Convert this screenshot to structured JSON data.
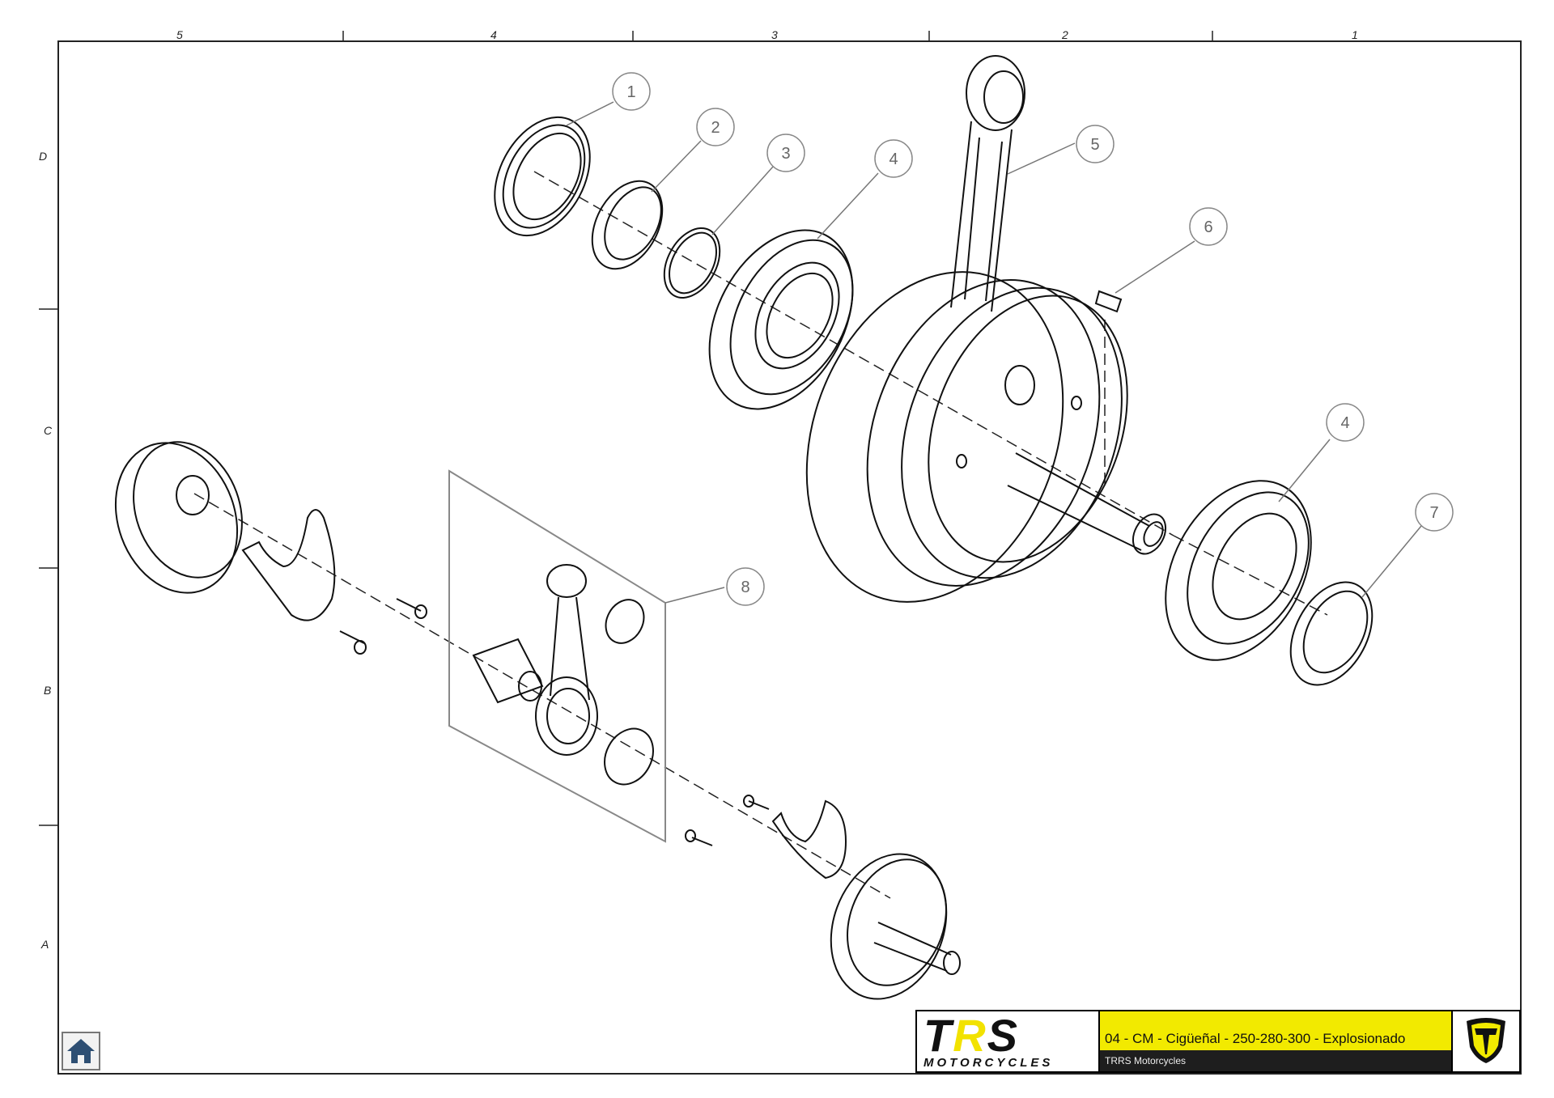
{
  "zones": {
    "columns": [
      "5",
      "4",
      "3",
      "2",
      "1"
    ],
    "rows": [
      "D",
      "C",
      "B",
      "A"
    ]
  },
  "callouts": [
    {
      "num": "1"
    },
    {
      "num": "2"
    },
    {
      "num": "3"
    },
    {
      "num": "4"
    },
    {
      "num": "5"
    },
    {
      "num": "6"
    },
    {
      "num": "4"
    },
    {
      "num": "7"
    },
    {
      "num": "8"
    }
  ],
  "title_block": {
    "logo_word_left": "T",
    "logo_word_r": "R",
    "logo_word_right": "S",
    "logo_sub": "MOTORCYCLES",
    "title": "04 - CM - Cigüeñal - 250-280-300 - Explosionado",
    "subtitle": "TRRS Motorcycles",
    "accent_color": "#f2ea00"
  },
  "nav": {
    "home_icon": "home-icon"
  }
}
